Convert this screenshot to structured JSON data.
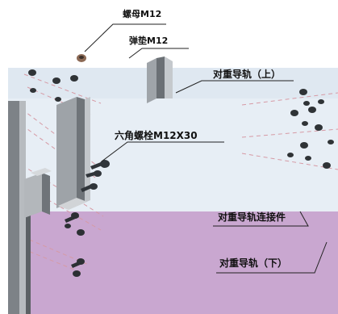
{
  "labels": {
    "nut": "螺母M12",
    "spring_washer": "弹垫M12",
    "guide_rail_upper": "对重导轨（上）",
    "hex_bolt": "六角螺栓M12X30",
    "rail_joint_plate": "对重导轨连接件",
    "guide_rail_lower": "对重导轨（下）"
  },
  "colors": {
    "upper_band": "#dfe8f1",
    "middle_band": "#e6edf5",
    "lower_band": "#c9a7d0",
    "rail_metal": "#a9adb2",
    "rail_metal_dark": "#6e7378",
    "hardware_dark": "#2f3336",
    "dash_line": "#d9a0a8",
    "callout_line": "#222222"
  }
}
